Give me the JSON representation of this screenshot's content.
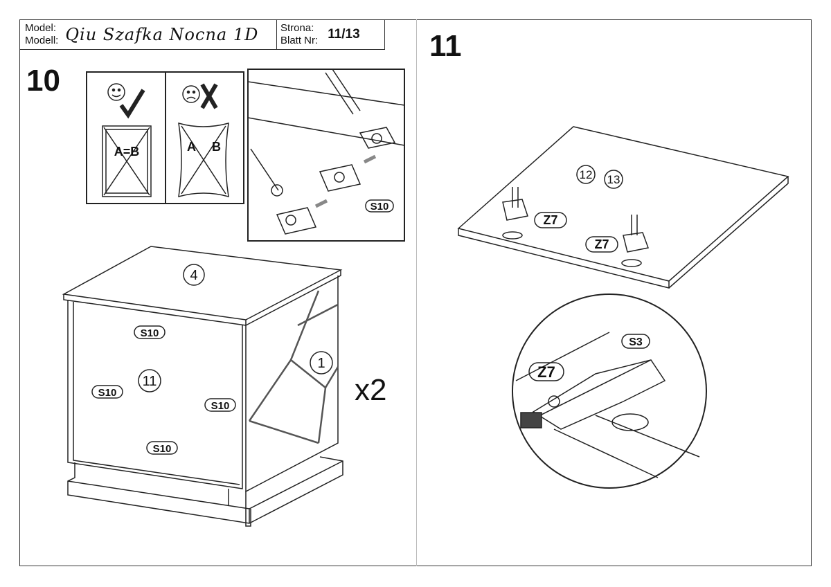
{
  "header": {
    "model_label": "Model:",
    "modell_label": "Modell:",
    "model_name": "Qiu Szafka Nocna 1D",
    "strona_label": "Strona:",
    "blatt_label": "Blatt Nr:",
    "page": "11/13"
  },
  "step10": {
    "number": "10",
    "good_label": "A=B",
    "bad_a": "A",
    "bad_b": "B",
    "inset_tag": "S10",
    "part_top": "4",
    "part_side": "1",
    "part_back": "11",
    "tags": [
      "S10",
      "S10",
      "S10",
      "S10"
    ],
    "quantity": "x2"
  },
  "step11": {
    "number": "11",
    "parts": [
      "12",
      "13"
    ],
    "hinge_tags": [
      "Z7",
      "Z7"
    ],
    "detail_hinge": "Z7",
    "detail_screw": "S3"
  }
}
